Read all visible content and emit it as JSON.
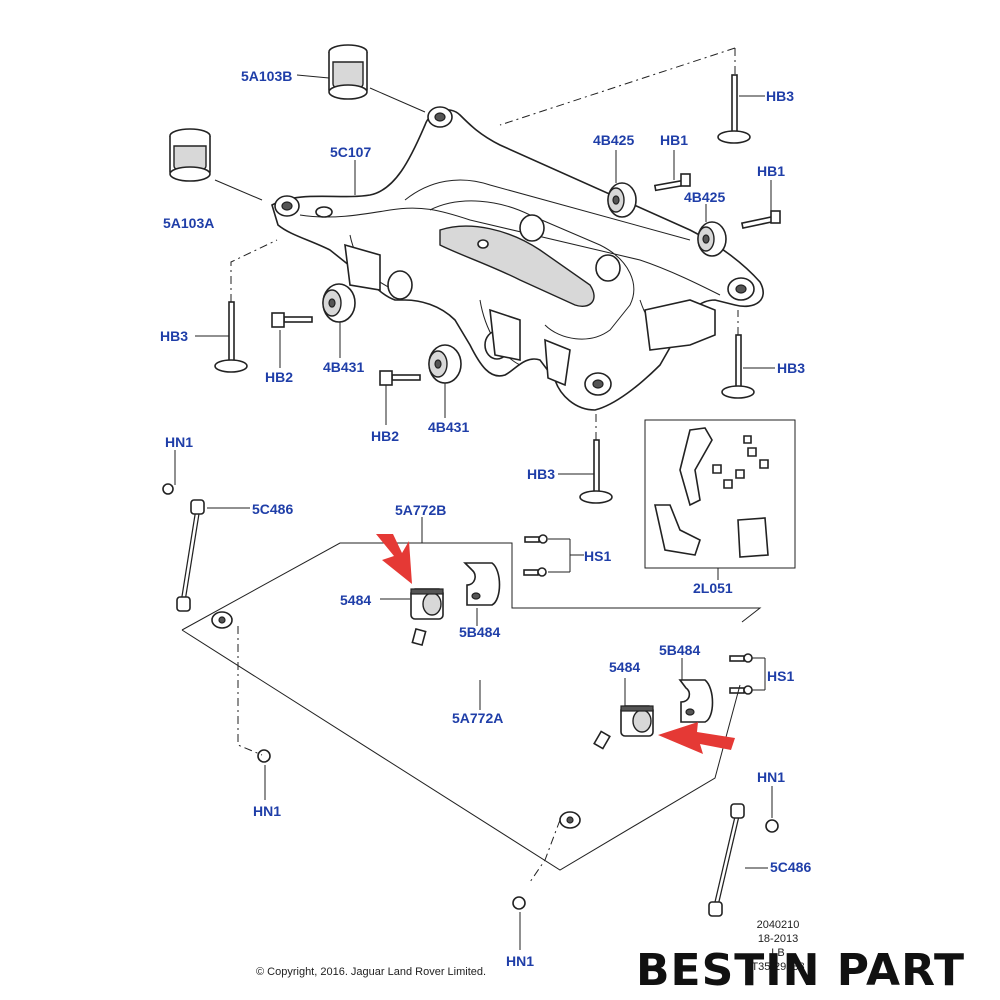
{
  "callouts": {
    "c_5A103B": "5A103B",
    "c_5A103A": "5A103A",
    "c_5C107": "5C107",
    "c_HB3_a": "HB3",
    "c_HB3_b": "HB3",
    "c_HB3_c": "HB3",
    "c_HB3_d": "HB3",
    "c_HB2_a": "HB2",
    "c_HB2_b": "HB2",
    "c_4B431_a": "4B431",
    "c_4B431_b": "4B431",
    "c_4B425_a": "4B425",
    "c_4B425_b": "4B425",
    "c_HB1_a": "HB1",
    "c_HB1_b": "HB1",
    "c_HN1_a": "HN1",
    "c_HN1_b": "HN1",
    "c_HN1_c": "HN1",
    "c_HN1_d": "HN1",
    "c_5C486_a": "5C486",
    "c_5C486_b": "5C486",
    "c_5A772B": "5A772B",
    "c_5A772A": "5A772A",
    "c_5484_a": "5484",
    "c_5484_b": "5484",
    "c_5B484_a": "5B484",
    "c_5B484_b": "5B484",
    "c_HS1_a": "HS1",
    "c_HS1_b": "HS1",
    "c_2L051": "2L051"
  },
  "diagram_ref": {
    "line1": "2040210",
    "line2": "18-2013",
    "line3": "LB",
    "line4": "T35-29538"
  },
  "copyright": "© Copyright, 2016. Jaguar Land Rover Limited.",
  "watermark": "BESTIN PART",
  "colors": {
    "callout": "#1f3ea8",
    "arrow": "#e53935",
    "line": "#222222"
  }
}
